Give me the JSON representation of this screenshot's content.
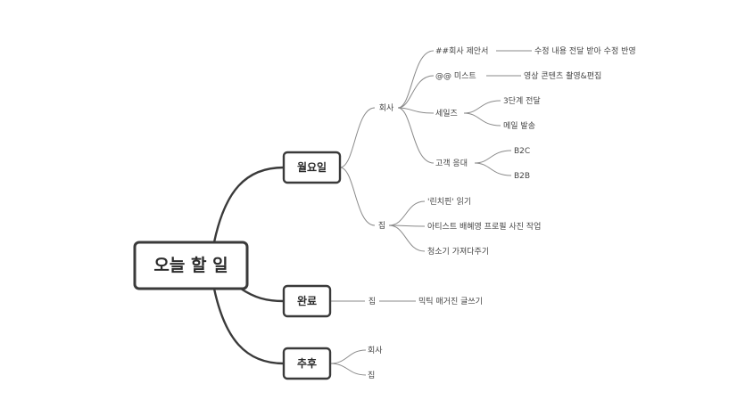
{
  "root": {
    "label": "오늘 할 일"
  },
  "monday": {
    "label": "월요일",
    "company": {
      "label": "회사",
      "proposal": {
        "label": "##회사 제안서",
        "detail": "수정 내용 전달 받아 수정 반영"
      },
      "mist": {
        "label": "@@ 미스트",
        "detail": "영상 콘텐츠 촬영&편집"
      },
      "sales": {
        "label": "세일즈",
        "items": [
          "3단계 전달",
          "메일 발송"
        ]
      },
      "customer": {
        "label": "고객 응대",
        "items": [
          "B2C",
          "B2B"
        ]
      }
    },
    "home": {
      "label": "집",
      "items": [
        "'린치핀' 읽기",
        "아티스트 배혜영 프로필 사진 작업",
        "청소기 가져다주기"
      ]
    }
  },
  "done": {
    "label": "완료",
    "home": {
      "label": "집",
      "detail": "믹틱 매거진 글쓰기"
    }
  },
  "later": {
    "label": "추후",
    "items": [
      "회사",
      "집"
    ]
  }
}
